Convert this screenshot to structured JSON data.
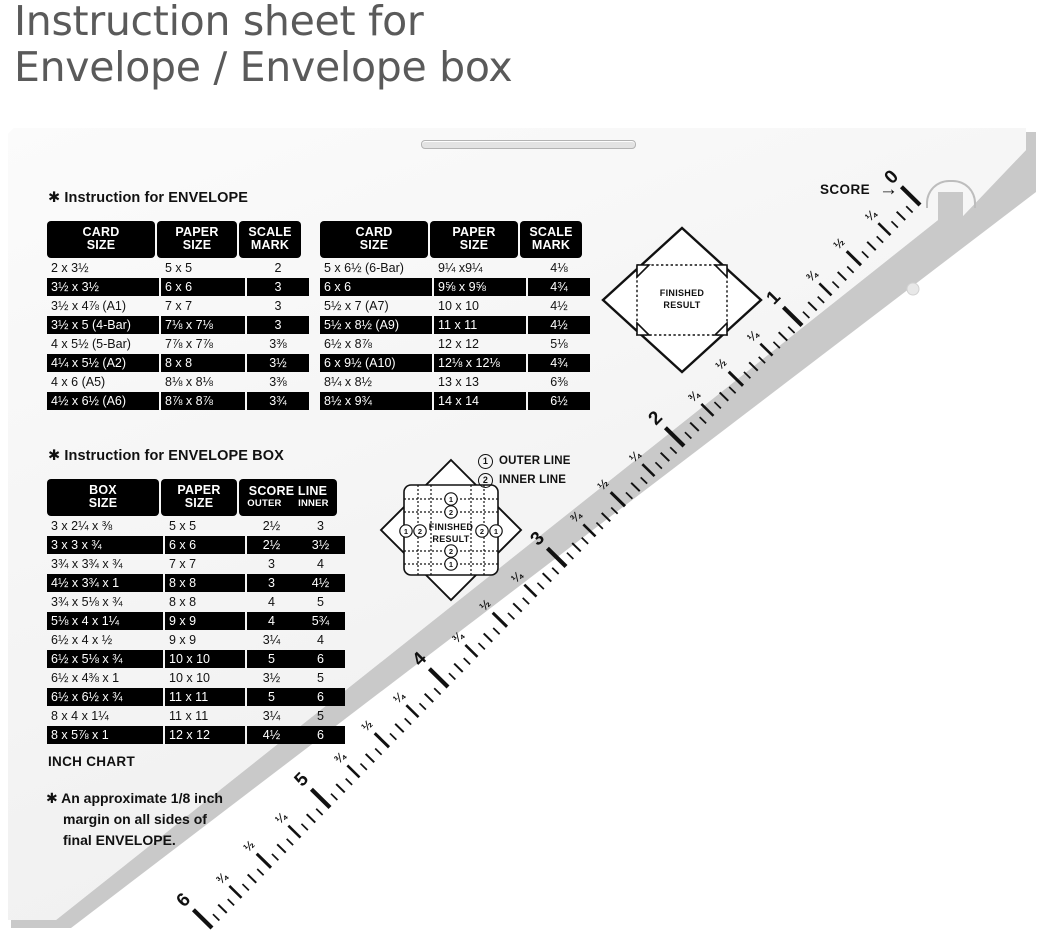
{
  "title": {
    "line1": "Instruction sheet for",
    "line2": "Envelope / Envelope box"
  },
  "envelope_section": {
    "heading": "✱ Instruction for ENVELOPE",
    "table_left": {
      "headers": [
        "CARD SIZE",
        "PAPER SIZE",
        "SCALE MARK"
      ],
      "header_lines": [
        [
          "CARD",
          "SIZE"
        ],
        [
          "PAPER",
          "SIZE"
        ],
        [
          "SCALE",
          "MARK"
        ]
      ],
      "rows": [
        [
          "2 x 3½",
          "5 x 5",
          "2"
        ],
        [
          "3½ x 3½",
          "6 x 6",
          "3"
        ],
        [
          "3½ x 4⅞ (A1)",
          "7 x 7",
          "3"
        ],
        [
          "3½ x 5 (4-Bar)",
          "7⅛ x 7⅛",
          "3"
        ],
        [
          "4 x 5½ (5-Bar)",
          "7⅞ x 7⅞",
          "3⅜"
        ],
        [
          "4¼ x 5½ (A2)",
          "8 x 8",
          "3½"
        ],
        [
          "4 x 6 (A5)",
          "8⅛ x 8⅛",
          "3⅜"
        ],
        [
          "4½ x 6½ (A6)",
          "8⅞ x 8⅞",
          "3¾"
        ]
      ]
    },
    "table_right": {
      "headers": [
        "CARD SIZE",
        "PAPER SIZE",
        "SCALE MARK"
      ],
      "header_lines": [
        [
          "CARD",
          "SIZE"
        ],
        [
          "PAPER",
          "SIZE"
        ],
        [
          "SCALE",
          "MARK"
        ]
      ],
      "rows": [
        [
          "5 x 6½ (6-Bar)",
          "9¼ x9¼",
          "4⅛"
        ],
        [
          "6 x 6",
          "9⅝ x 9⅝",
          "4¾"
        ],
        [
          "5½ x 7 (A7)",
          "10 x 10",
          "4½"
        ],
        [
          "5½ x 8½ (A9)",
          "11 x 11",
          "4½"
        ],
        [
          "6½ x 8⅞",
          "12 x 12",
          "5⅛"
        ],
        [
          "6 x 9½ (A10)",
          "12⅛ x 12⅛",
          "4¾"
        ],
        [
          "8¼ x 8½",
          "13 x 13",
          "6⅜"
        ],
        [
          "8½ x 9¾",
          "14 x 14",
          "6½"
        ]
      ]
    },
    "diagram_label_line1": "FINISHED",
    "diagram_label_line2": "RESULT"
  },
  "box_section": {
    "heading": "✱ Instruction for ENVELOPE BOX",
    "table": {
      "header_lines": [
        [
          "BOX",
          "SIZE"
        ],
        [
          "PAPER",
          "SIZE"
        ],
        [
          "SCORE LINE",
          ""
        ]
      ],
      "score_sub": [
        "OUTER",
        "INNER"
      ],
      "rows": [
        [
          "3 x 2¼ x ⅜",
          "5 x 5",
          "2½",
          "3"
        ],
        [
          "3 x 3 x ¾",
          "6 x 6",
          "2½",
          "3½"
        ],
        [
          "3¾ x 3¾ x ¾",
          "7 x 7",
          "3",
          "4"
        ],
        [
          "4½ x 3¾ x 1",
          "8 x 8",
          "3",
          "4½"
        ],
        [
          "3¾ x 5⅛ x ¾",
          "8 x 8",
          "4",
          "5"
        ],
        [
          "5⅛ x 4 x 1¼",
          "9 x 9",
          "4",
          "5¾"
        ],
        [
          "6½ x 4 x ½",
          "9 x 9",
          "3¼",
          "4"
        ],
        [
          "6½ x 5⅛ x ¾",
          "10 x 10",
          "5",
          "6"
        ],
        [
          "6½ x 4⅜ x 1",
          "10 x 10",
          "3½",
          "5"
        ],
        [
          "6½ x 6½ x ¾",
          "11 x 11",
          "5",
          "6"
        ],
        [
          "8 x 4 x 1¼",
          "11 x 11",
          "3¼",
          "5"
        ],
        [
          "8 x 5⅞ x 1",
          "12 x 12",
          "4½",
          "6"
        ]
      ]
    },
    "legend": [
      {
        "num": "1",
        "label": "OUTER LINE"
      },
      {
        "num": "2",
        "label": "INNER LINE"
      }
    ],
    "diagram_label_line1": "FINISHED",
    "diagram_label_line2": "RESULT"
  },
  "score_marker": {
    "label": "SCORE",
    "arrow": "→"
  },
  "footer": {
    "inch_chart": "INCH CHART",
    "note_star": "✱",
    "note_line1": "An approximate 1/8 inch",
    "note_line2": "margin on all sides of",
    "note_line3": "final ENVELOPE."
  },
  "ruler": {
    "whole_numbers": [
      "0",
      "1",
      "2",
      "3",
      "4",
      "5",
      "6"
    ],
    "fraction_labels": [
      "¼",
      "½",
      "¾"
    ],
    "units": "inch"
  },
  "colors": {
    "tool_body": "#f4f4f4",
    "table_black": "#000000",
    "title_gray": "#5a5a5a",
    "text": "#111111"
  }
}
